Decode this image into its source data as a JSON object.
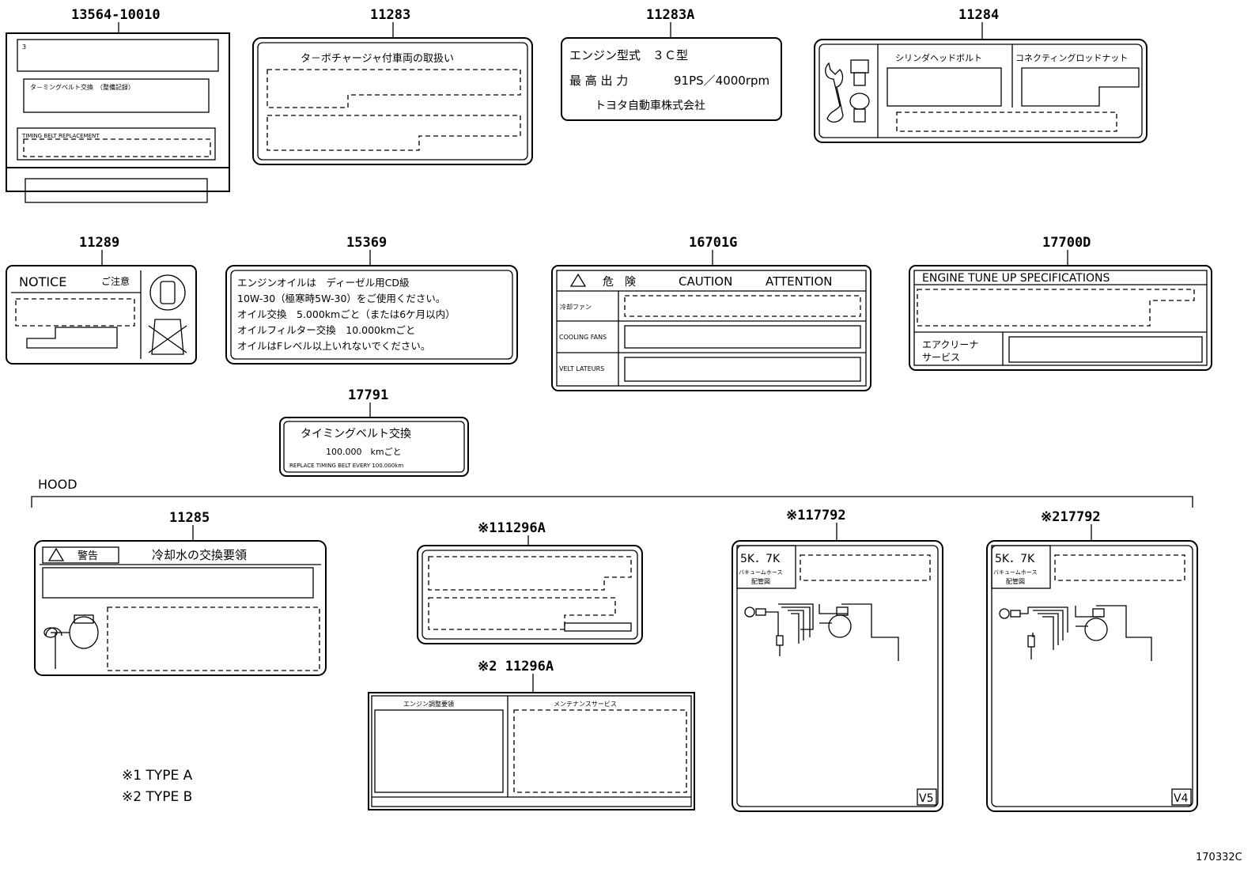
{
  "labels": {
    "l13564": {
      "part": "13564-10010",
      "line1": "3",
      "line2": "タ－ミングベルト交換　（整備記録）",
      "line3": "TIMING BELT REPLACEMENT"
    },
    "l11283": {
      "part": "11283",
      "title": "タ－ボチャージャ付車両の取扱い"
    },
    "l11283A": {
      "part": "11283A",
      "line1": "エンジン型式　３Ｃ型",
      "line2a": "最 高 出 力",
      "line2b": "91PS／4000rpm",
      "line3": "トヨタ自動車株式会社"
    },
    "l11284": {
      "part": "11284",
      "col1": "シリンダヘッドボルト",
      "col2": "コネクティングロッドナット"
    },
    "l11289": {
      "part": "11289",
      "en": "NOTICE",
      "jp": "ご注意"
    },
    "l15369": {
      "part": "15369",
      "lines": [
        "エンジンオイルは　ディーゼル用CD級",
        "10W-30（極寒時5W-30）をご使用ください。",
        "オイル交換　5.000kmごと（または6ケ月以内）",
        "オイルフィルター交換　10.000kmごと",
        "オイルはFレベル以上いれないでください。"
      ]
    },
    "l16701G": {
      "part": "16701G",
      "h1": "危　険",
      "h2": "CAUTION",
      "h3": "ATTENTION",
      "row1": "冷却ファン",
      "row2": "COOLING FANS",
      "row3": "VELT LATEURS"
    },
    "l17700D": {
      "part": "17700D",
      "title": "ENGINE TUNE UP SPECIFICATIONS",
      "row1": "エアクリーナ",
      "row2": "サービス"
    },
    "l17791": {
      "part": "17791",
      "line1": "タイミングベルト交換",
      "line2": "100.000　kmごと",
      "line3": "REPLACE TIMING BELT EVERY 100.000km"
    },
    "hood": "HOOD",
    "l11285": {
      "part": "11285",
      "warn": "警告",
      "title": "冷却水の交換要領"
    },
    "l111296A": {
      "part": "※111296A"
    },
    "l211296A": {
      "part": "※2 11296A",
      "col1": "エンジン調整要領",
      "col2": "メンテナンスサービス"
    },
    "l117792": {
      "part": "※117792",
      "tag1": "5K．7K",
      "tag2": "バキュームホース",
      "tag3": "配管図",
      "corner": "V5"
    },
    "l217792": {
      "part": "※217792",
      "tag1": "5K．7K",
      "tag2": "バキュームホース",
      "tag3": "配管図",
      "corner": "V4"
    },
    "notes": {
      "n1": "※1 TYPE A",
      "n2": "※2 TYPE B"
    },
    "drawing_no": "170332C"
  }
}
